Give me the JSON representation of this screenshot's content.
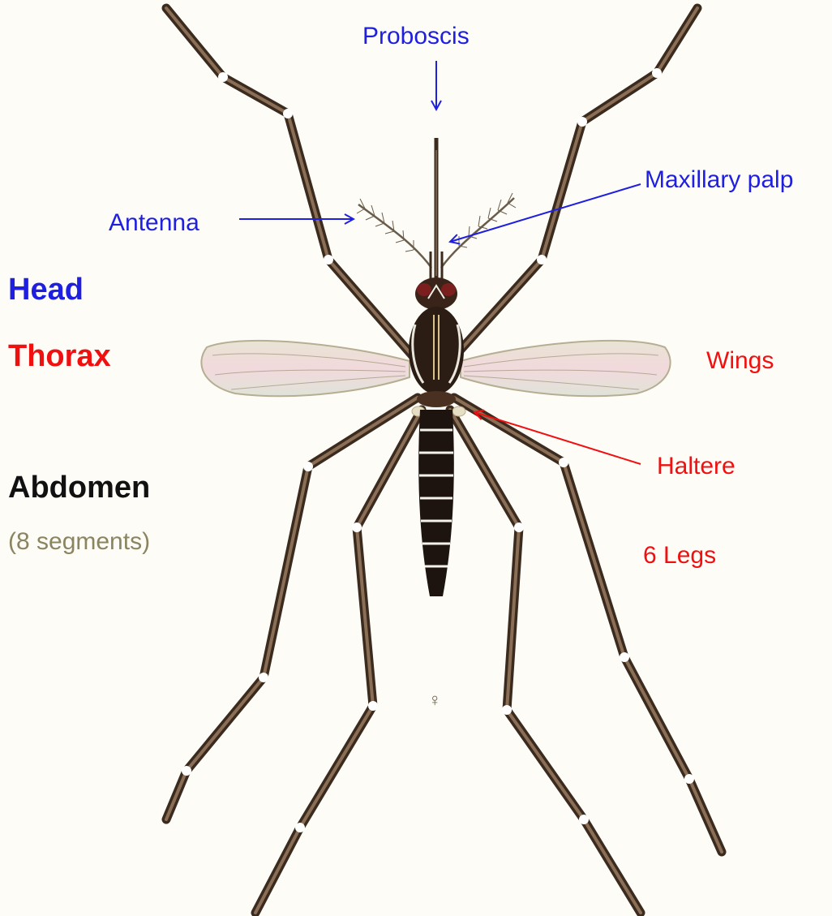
{
  "labels": {
    "proboscis": "Proboscis",
    "maxillary_palp": "Maxillary palp",
    "antenna": "Antenna",
    "head": "Head",
    "thorax": "Thorax",
    "wings": "Wings",
    "haltere": "Haltere",
    "abdomen": "Abdomen",
    "segments": "(8 segments)",
    "legs": "6 Legs",
    "female_symbol": "♀"
  },
  "colors": {
    "blue": "#1f1fe0",
    "red": "#f01010",
    "black": "#111111",
    "olive": "#8a8460",
    "background": "#fdfcf7"
  },
  "illustration": {
    "subject": "mosquito",
    "abdomen_segments": 8,
    "legs": 6
  }
}
